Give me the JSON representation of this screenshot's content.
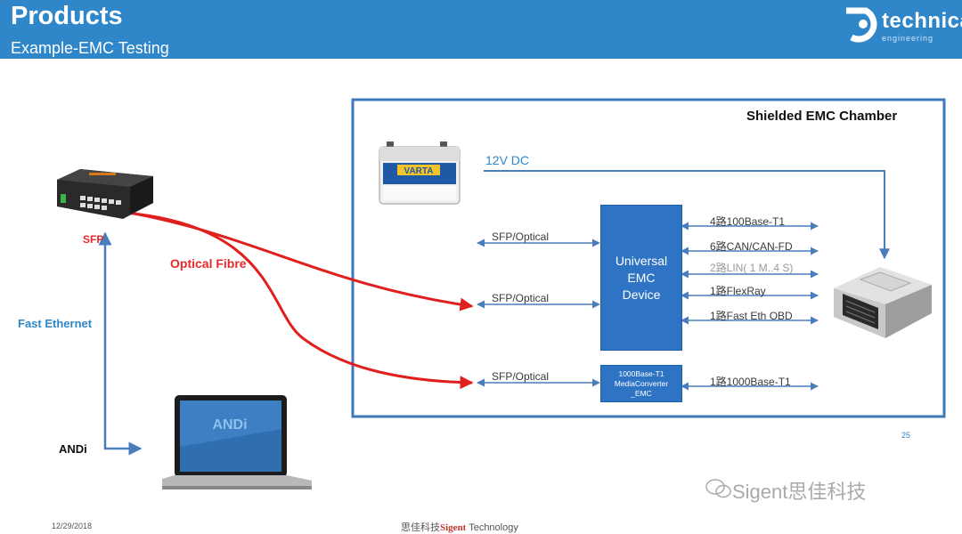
{
  "header": {
    "title": "Products",
    "subtitle": "Example-EMC Testing",
    "logo_text": "technica",
    "logo_sub": "engineering"
  },
  "diagram": {
    "chamber_label": "Shielded EMC Chamber",
    "supply_label": "12V DC",
    "switch_port_label": "SFP",
    "fibre_label": "Optical Fibre",
    "ethernet_label": "Fast Ethernet",
    "andi_label": "ANDi",
    "sfp_labels": [
      "SFP/Optical",
      "SFP/Optical",
      "SFP/Optical"
    ],
    "emc_device_lines": [
      "Universal",
      "EMC",
      "Device"
    ],
    "media_converter_lines": [
      "1000Base-T1",
      "MediaConverter",
      "_EMC"
    ],
    "bus_labels": [
      "4路100Base-T1",
      "6路CAN/CAN-FD",
      "2路LIN( 1 M..4 S)",
      "1路FlexRay",
      "1路Fast Eth OBD"
    ],
    "mc_bus_label": "1路1000Base-T1",
    "battery_brand": "VARTA",
    "laptop_screen_text": "ANDi"
  },
  "footer": {
    "date": "12/29/2018",
    "center_prefix": "思佳科技",
    "center_brand": "Sigent",
    "center_suffix": " Technology",
    "page_number": "25",
    "watermark": "Sigent思佳科技"
  },
  "colors": {
    "header": "#2f86c9",
    "box": "#2f73c4",
    "line_blue": "#4a7dbb",
    "line_red": "#e01f1f"
  }
}
